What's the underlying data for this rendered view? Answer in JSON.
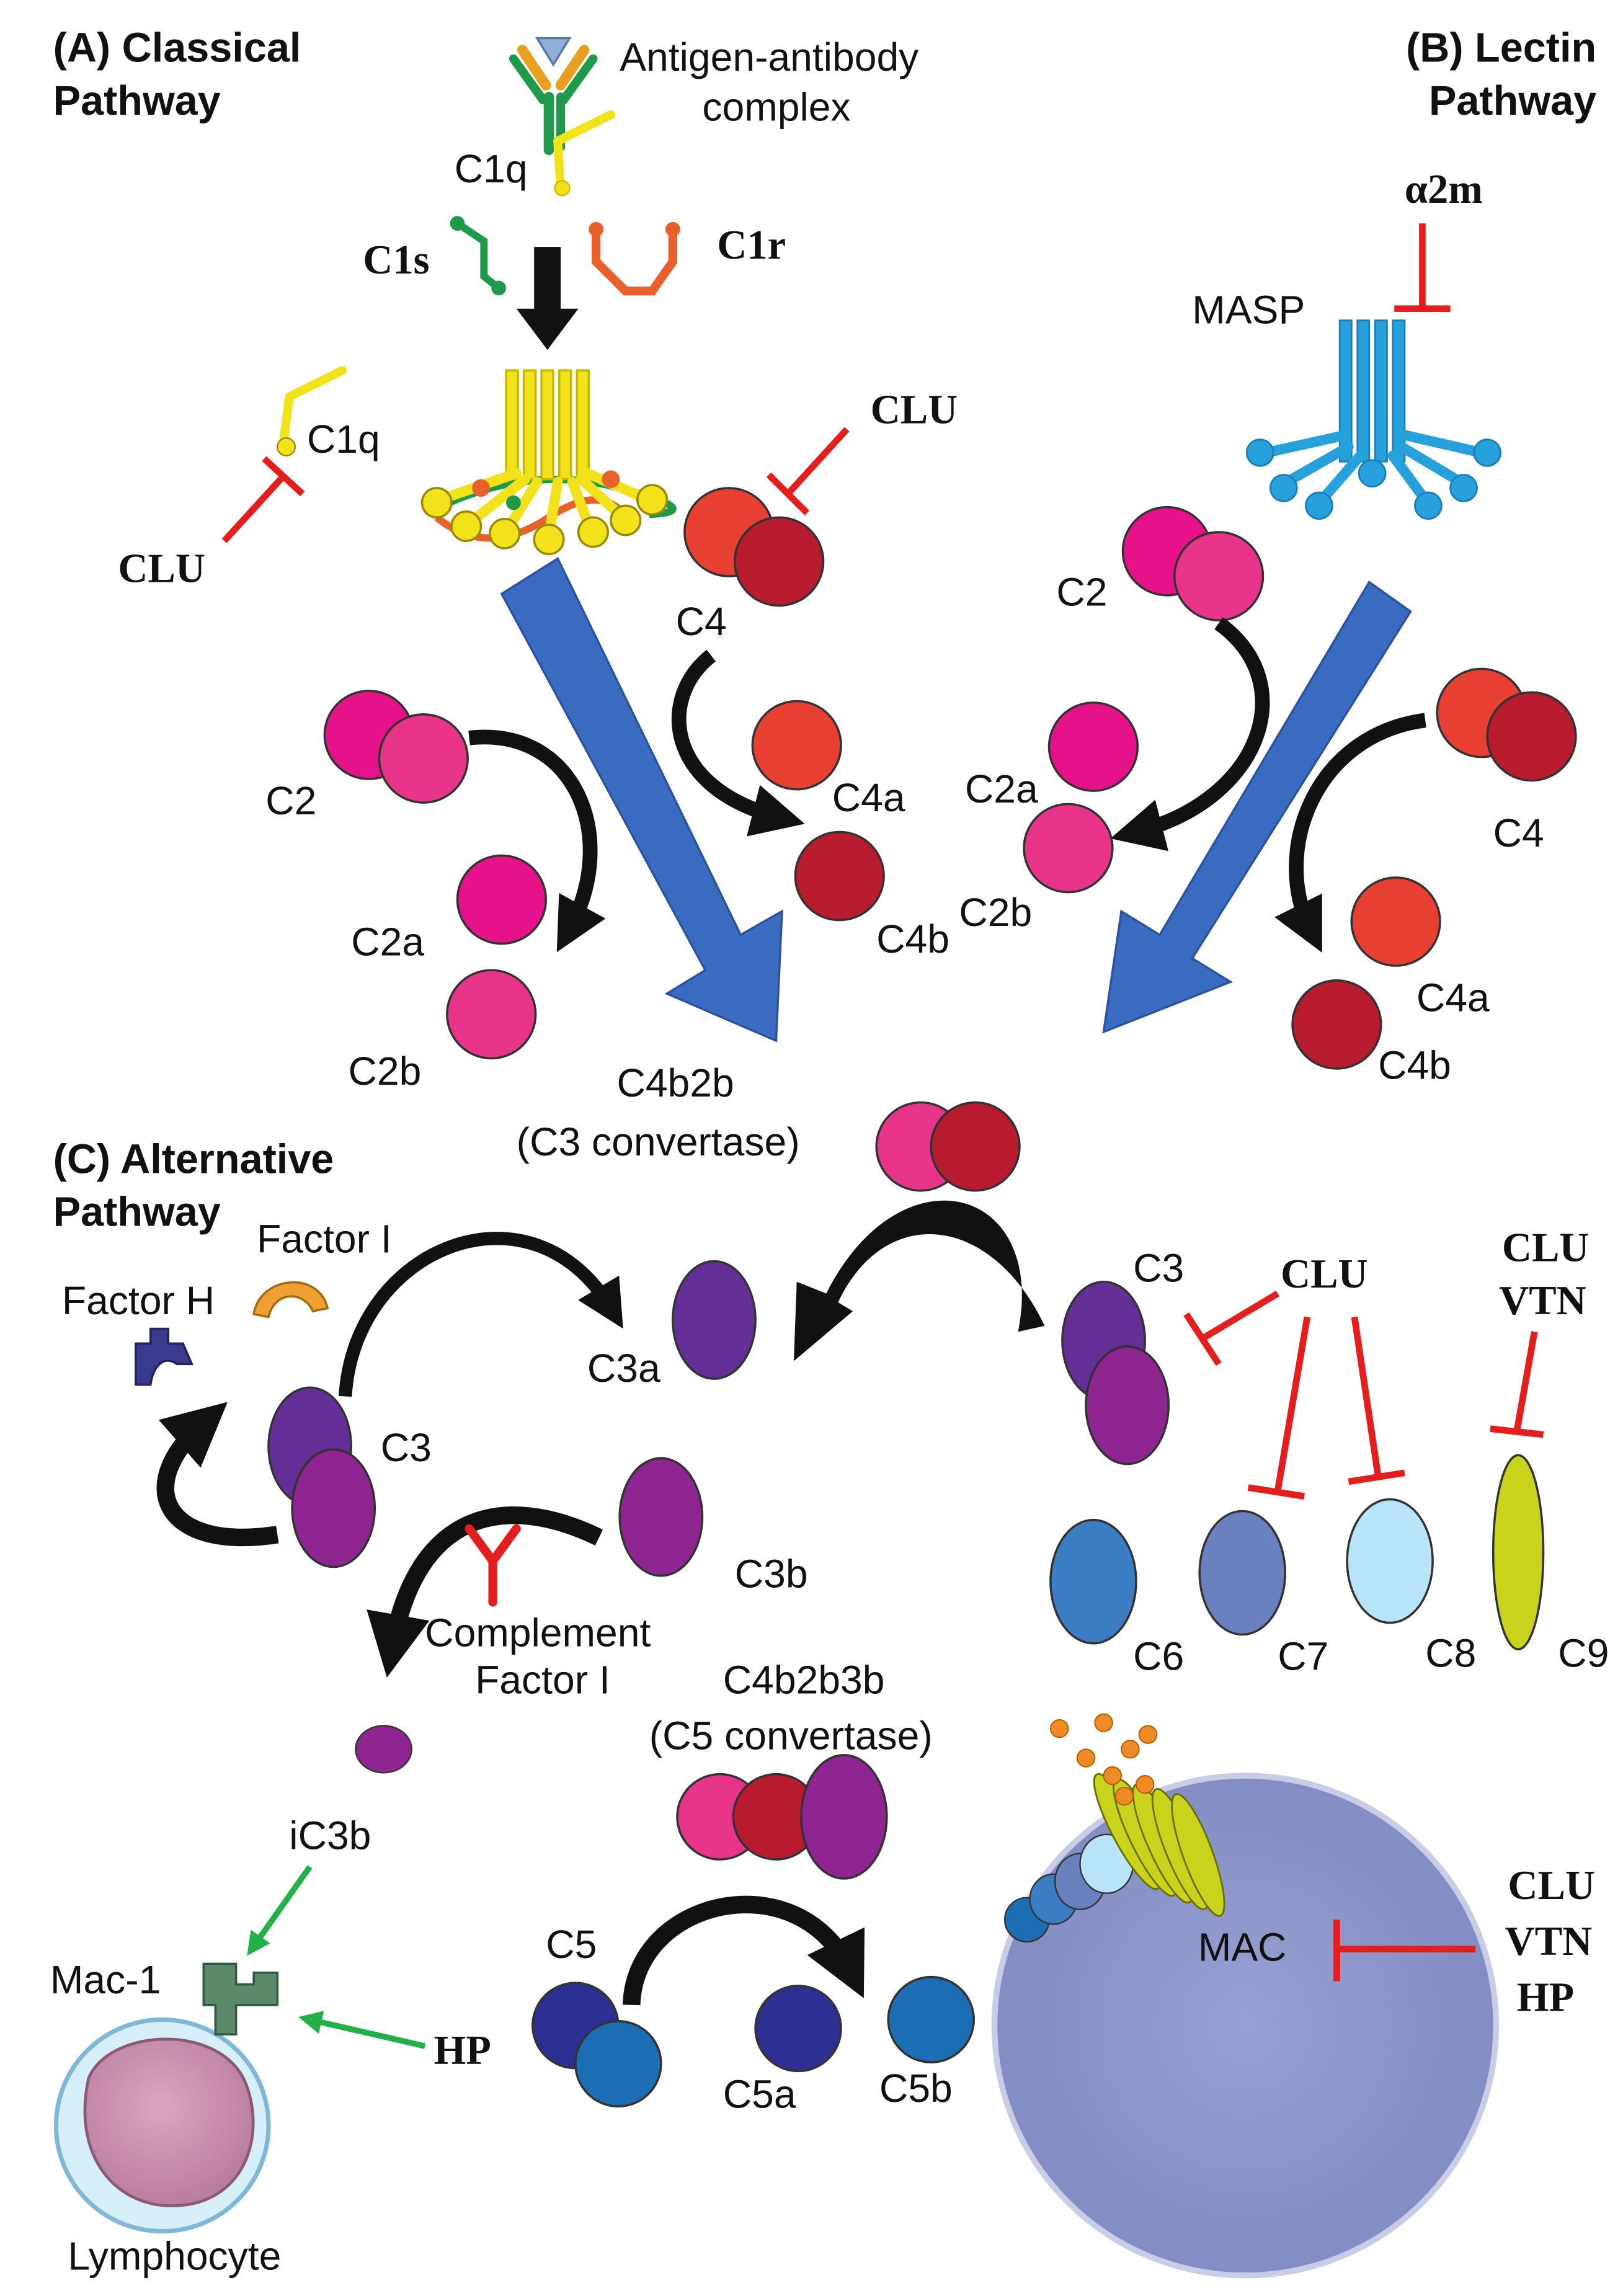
{
  "headers": {
    "classical": [
      "(A) Classical",
      "Pathway"
    ],
    "lectin": [
      "(B) Lectin",
      "Pathway"
    ],
    "alternative": [
      "(C) Alternative",
      "Pathway"
    ]
  },
  "classical": {
    "antigen": [
      "Antigen-antibody",
      "complex"
    ],
    "c1q_top": "C1q",
    "c1s": "C1s",
    "c1r": "C1r",
    "c1q_side": "C1q",
    "clu_c1q": "CLU",
    "clu_c4": "CLU",
    "c4": "C4",
    "c4a": "C4a",
    "c4b": "C4b",
    "c2": "C2",
    "c2a": "C2a",
    "c2b": "C2b"
  },
  "lectin": {
    "a2m": "α2m",
    "masp": "MASP",
    "c2": "C2",
    "c2a": "C2a",
    "c2b": "C2b",
    "c4": "C4",
    "c4a": "C4a",
    "c4b": "C4b"
  },
  "convertase3": [
    "C4b2b",
    "(C3 convertase)"
  ],
  "alternative": {
    "factor_i": "Factor I",
    "factor_h": "Factor H",
    "c3": "C3",
    "c3a": "C3a",
    "c3b": "C3b",
    "cfi": [
      "Complement",
      "Factor I"
    ],
    "ic3b": "iC3b",
    "mac1": "Mac-1",
    "hp": "HP",
    "lymphocyte": "Lymphocyte"
  },
  "terminal": {
    "c3": "C3",
    "clu": "CLU",
    "clu_vtn": [
      "CLU",
      "VTN"
    ],
    "c6": "C6",
    "c7": "C7",
    "c8": "C8",
    "c9": "C9",
    "convertase5": [
      "C4b2b3b",
      "(C5 convertase)"
    ],
    "c5": "C5",
    "c5a": "C5a",
    "c5b": "C5b",
    "mac": "MAC",
    "mac_inhibitors": [
      "CLU",
      "VTN",
      "HP"
    ]
  },
  "colors": {
    "c1q": "#f2e21c",
    "c1s": "#1e9a4a",
    "c1r": "#e8602c",
    "c2": "#e8358a",
    "c2a": "#e5128a",
    "c4a": "#e84133",
    "c4b": "#b81c2e",
    "masp": "#27a1dc",
    "blue_arrow": "#3a6cc2",
    "c3_dark": "#642f96",
    "c3_light": "#8e2590",
    "c6": "#3b7ec4",
    "c7": "#6b80bf",
    "c8": "#b7e4f7",
    "c9": "#c8d41c",
    "c5": "#2d3092",
    "c5b": "#1b6db4",
    "cell": "#8b95c9",
    "inhibit": "#e41d1d",
    "activate": "#23b04a"
  }
}
